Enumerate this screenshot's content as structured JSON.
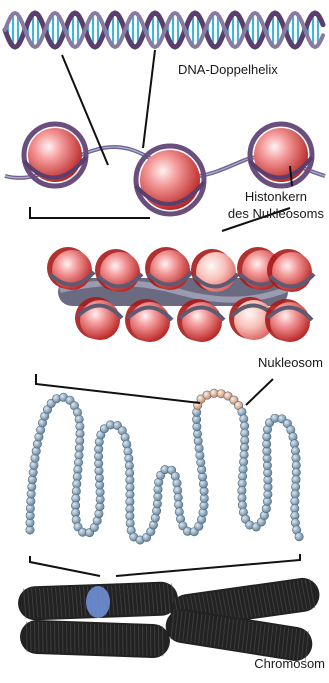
{
  "labels": {
    "dna": "DNA-Doppelhelix",
    "histone_core_line1": "Histonkern",
    "histone_core_line2": "des Nukleosoms",
    "nucleosome": "Nukleosom",
    "chromosome": "Chromosom"
  },
  "colors": {
    "dna_strand": "#5a3f6e",
    "dna_rung": "#2aa7c8",
    "histone_light": "#ffd2d2",
    "histone_dark": "#c82a2a",
    "linker": "#7a5f8e",
    "fiber_bead": "#7f9fb6",
    "fiber_highlight": "#e0b090",
    "chromosome": "#222222",
    "centromere": "#6f8fd6",
    "pointer": "#111111"
  }
}
